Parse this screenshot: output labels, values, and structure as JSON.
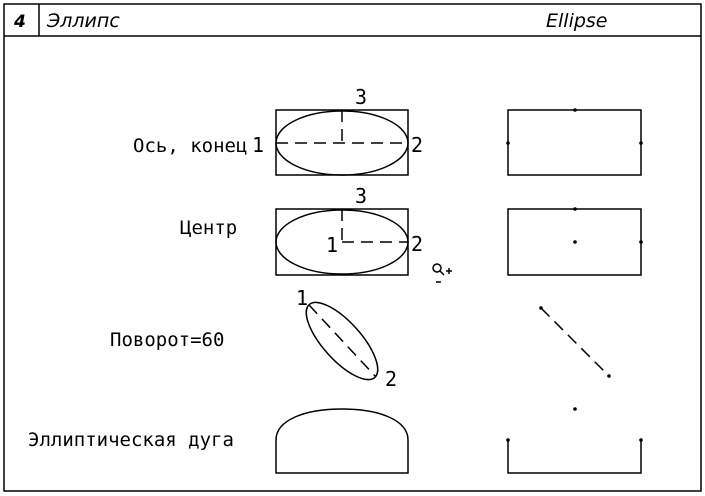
{
  "header": {
    "number": "4",
    "title_ru": "Эллипс",
    "title_en": "Ellipse"
  },
  "rows": [
    {
      "label": "Ось, конец",
      "points": [
        "1",
        "2",
        "3"
      ]
    },
    {
      "label": "Центр",
      "points": [
        "1",
        "2",
        "3"
      ]
    },
    {
      "label": "Поворот=60",
      "points": [
        "1",
        "2"
      ]
    },
    {
      "label": "Эллиптическая дуга",
      "points": []
    }
  ],
  "cursor": {
    "icon": "zoom-cursor-icon"
  }
}
